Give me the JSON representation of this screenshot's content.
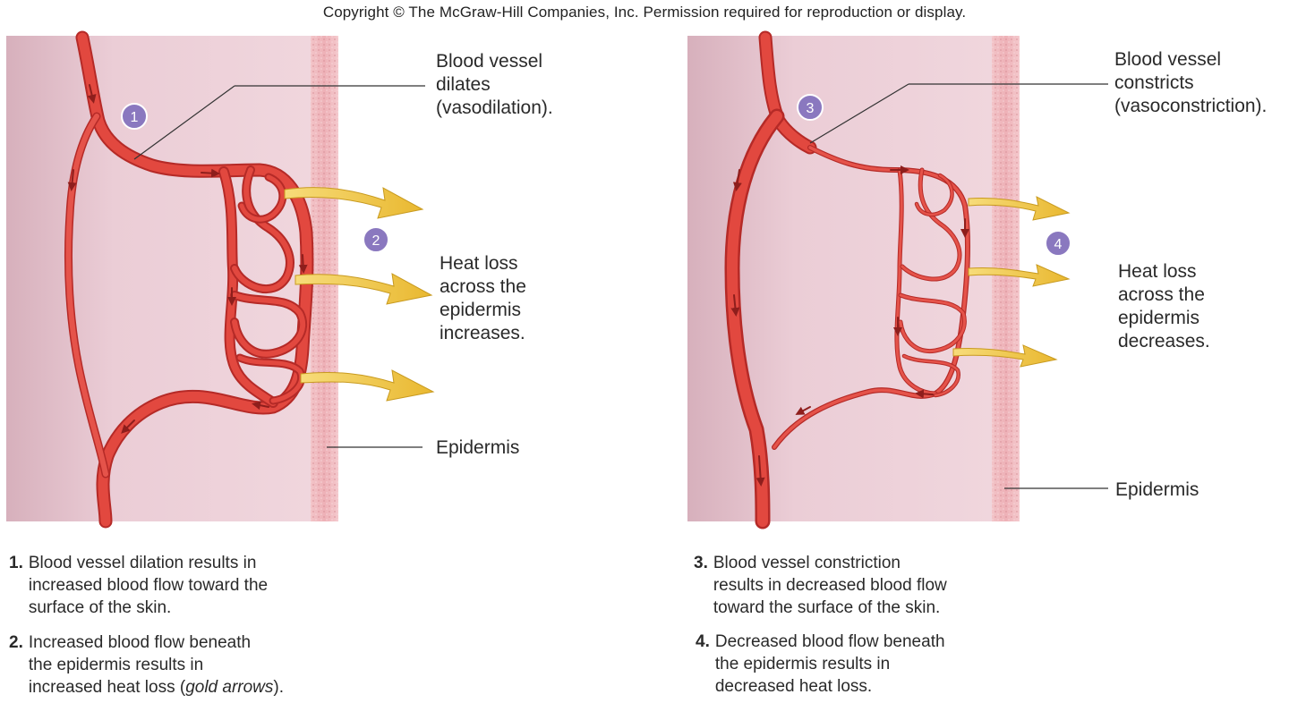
{
  "copyright": "Copyright © The McGraw-Hill Companies, Inc. Permission required for reproduction or display.",
  "left_panel": {
    "badge_vessel": "1",
    "badge_heat": "2",
    "vessel_label": [
      "Blood vessel",
      "dilates",
      "(vasodilation)."
    ],
    "heat_label": [
      "Heat loss",
      "across the",
      "epidermis",
      "increases."
    ],
    "epidermis_label": "Epidermis",
    "steps": [
      {
        "num": "1.",
        "lines": [
          "Blood vessel dilation results in",
          "increased blood flow toward the",
          "surface of the skin."
        ]
      },
      {
        "num": "2.",
        "lines": [
          "Increased blood flow beneath",
          "the epidermis results in"
        ],
        "last_prefix": "increased heat loss (",
        "last_em": "gold arrows",
        "last_suffix": ")."
      }
    ]
  },
  "right_panel": {
    "badge_vessel": "3",
    "badge_heat": "4",
    "vessel_label": [
      "Blood vessel",
      "constricts",
      "(vasoconstriction)."
    ],
    "heat_label": [
      "Heat loss",
      "across the",
      "epidermis",
      "decreases."
    ],
    "epidermis_label": "Epidermis",
    "steps": [
      {
        "num": "3.",
        "lines": [
          "Blood vessel constriction",
          "results in decreased blood flow",
          "toward the surface of the skin."
        ]
      },
      {
        "num": "4.",
        "lines": [
          "Decreased blood flow beneath",
          "the epidermis results in",
          "decreased heat loss."
        ]
      }
    ]
  },
  "colors": {
    "tissue": "#e8c6d0",
    "tissue_shade": "#d4a8b5",
    "epidermis": "#efb9bf",
    "vessel": "#e0453f",
    "vessel_dark": "#b52a27",
    "heat_arrow": "#f2c84b",
    "badge": "#8a78bf"
  }
}
